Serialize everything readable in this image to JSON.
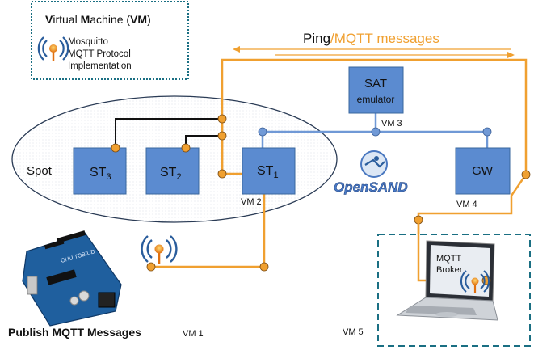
{
  "legend": {
    "title_bold_v": "V",
    "title_rest_1": "irtual ",
    "title_bold_m": "M",
    "title_rest_2": "achine (",
    "title_bold_vm": "VM",
    "title_rest_3": ")",
    "lines": [
      "Mosquitto",
      "MQTT Protocol",
      "Implementation"
    ]
  },
  "header": {
    "ping": "Ping",
    "sep": "/",
    "mqtt": "MQTT messages"
  },
  "nodes": {
    "sat_line1": "SAT",
    "sat_line2": "emulator",
    "st3": "ST",
    "st3_sub": "3",
    "st2": "ST",
    "st2_sub": "2",
    "st1": "ST",
    "st1_sub": "1",
    "gw": "GW",
    "spot": "Spot"
  },
  "vm_labels": {
    "vm1": "VM 1",
    "vm2": "VM 2",
    "vm3": "VM 3",
    "vm4": "VM 4",
    "vm5": "VM 5"
  },
  "broker": {
    "line1": "MQTT",
    "line2": "Broker"
  },
  "opensand": "OpenSAND",
  "arduino": {
    "board_text": "OHU TOBIUD",
    "caption": "Publish MQTT Messages"
  },
  "colors": {
    "orange": "#f0a030",
    "box_blue": "#5b8bd0",
    "link_blue": "#7099d6",
    "teal_dash": "#1a6f83",
    "black": "#111111"
  }
}
